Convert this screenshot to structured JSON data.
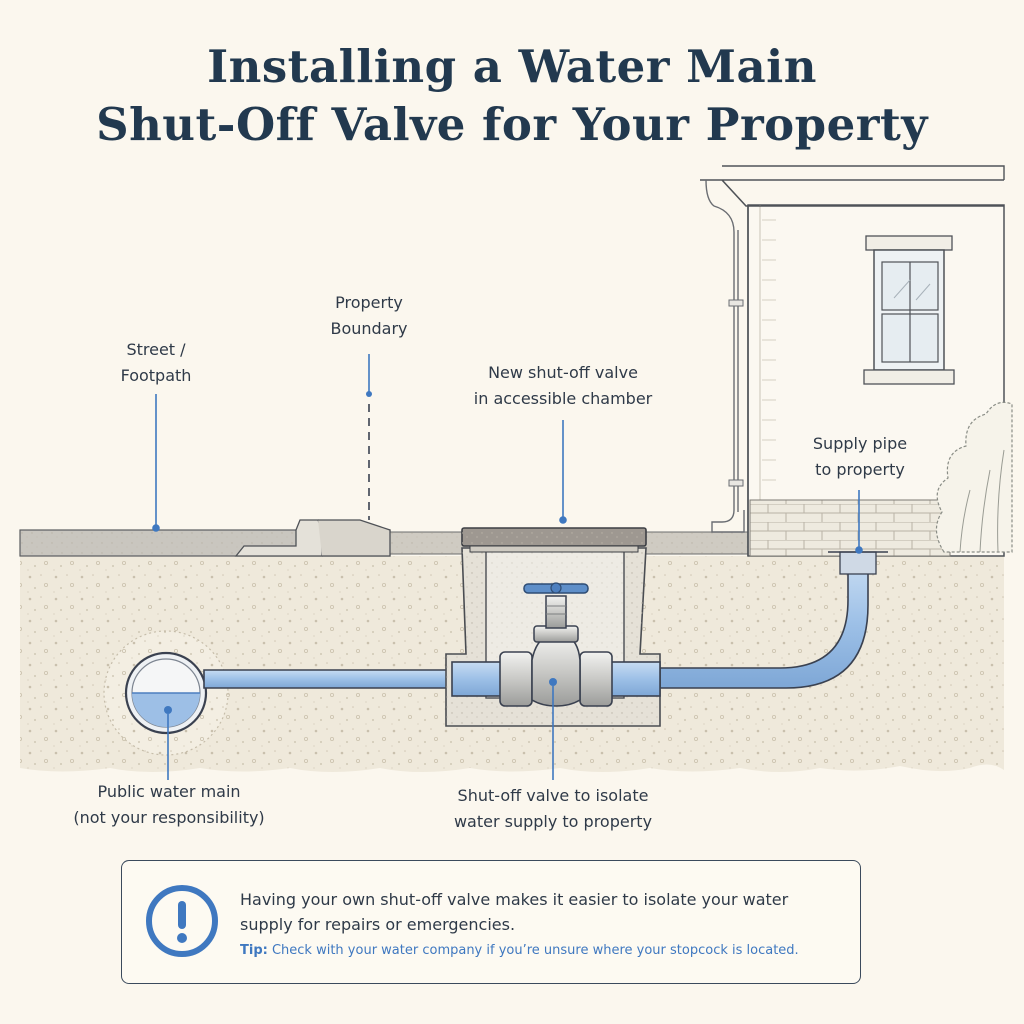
{
  "title": {
    "line1": "Installing a Water Main",
    "line2": "Shut-Off Valve for Your Property"
  },
  "labels": {
    "street": {
      "line1": "Street /",
      "line2": "Footpath"
    },
    "boundary": {
      "line1": "Property",
      "line2": "Boundary"
    },
    "new_valve": {
      "line1": "New shut-off valve",
      "line2": "in accessible chamber"
    },
    "supply_pipe": {
      "line1": "Supply pipe",
      "line2": "to property"
    },
    "water_main": {
      "line1": "Public water main",
      "line2": "(not your responsibility)"
    },
    "isolate_valve": {
      "line1": "Shut-off valve to isolate",
      "line2": "water supply to property"
    }
  },
  "callout": {
    "icon": "exclamation-circle-icon",
    "message": "Having your own shut-off valve makes it easier to isolate your water supply for repairs or emergencies.",
    "tip_label": "Tip:",
    "tip_text": "Check with your water company if you’re unsure where your stopcock is located."
  },
  "colors": {
    "title": "#22394f",
    "pipe": "#9fc2e8",
    "pipe_outline": "#3a4150",
    "accent_blue": "#3f78c0",
    "soil": "#efe9db"
  }
}
